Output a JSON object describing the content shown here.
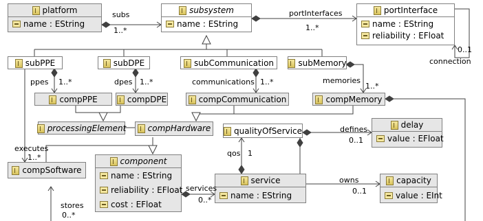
{
  "classes": {
    "platform": {
      "name": "platform",
      "attrs": [
        "name : EString"
      ]
    },
    "subsystem": {
      "name": "subsystem",
      "attrs": [
        "name : EString"
      ]
    },
    "portInterface": {
      "name": "portInterface",
      "attrs": [
        "name : EString",
        "reliability : EFloat"
      ]
    },
    "subPPE": {
      "name": "subPPE"
    },
    "subDPE": {
      "name": "subDPE"
    },
    "subCommunication": {
      "name": "subCommunication"
    },
    "subMemory": {
      "name": "subMemory"
    },
    "compPPE": {
      "name": "compPPE"
    },
    "compDPE": {
      "name": "compDPE"
    },
    "compCommunication": {
      "name": "compCommunication"
    },
    "compMemory": {
      "name": "compMemory"
    },
    "processingElement": {
      "name": "processingElement"
    },
    "compHardware": {
      "name": "compHardware"
    },
    "qualityOfService": {
      "name": "qualityOfService"
    },
    "delay": {
      "name": "delay",
      "attrs": [
        "value : EFloat"
      ]
    },
    "compSoftware": {
      "name": "compSoftware"
    },
    "component": {
      "name": "component",
      "attrs": [
        "name : EString",
        "reliability : EFloat",
        "cost : EFloat"
      ]
    },
    "service": {
      "name": "service",
      "attrs": [
        "name : EString"
      ]
    },
    "capacity": {
      "name": "capacity",
      "attrs": [
        "value : EInt"
      ]
    }
  },
  "labels": {
    "subs": "subs",
    "subs_mult": "1..*",
    "portInterfaces": "portInterfaces",
    "portInterfaces_mult": "1..*",
    "connection_mult": "0..1",
    "connection": "connection",
    "ppes": "ppes",
    "ppes_mult": "1..*",
    "dpes": "dpes",
    "dpes_mult": "1..*",
    "communications": "communications",
    "communications_mult": "1..*",
    "memories": "memories",
    "memories_mult": "1..*",
    "defines": "defines",
    "defines_mult": "0..1",
    "qos": "qos",
    "qos_mult": "1",
    "executes": "executes",
    "executes_mult": "1..*",
    "services": "services",
    "services_mult": "0..*",
    "owns": "owns",
    "owns_mult": "0..1",
    "stores": "stores",
    "stores_mult": "0..*"
  }
}
